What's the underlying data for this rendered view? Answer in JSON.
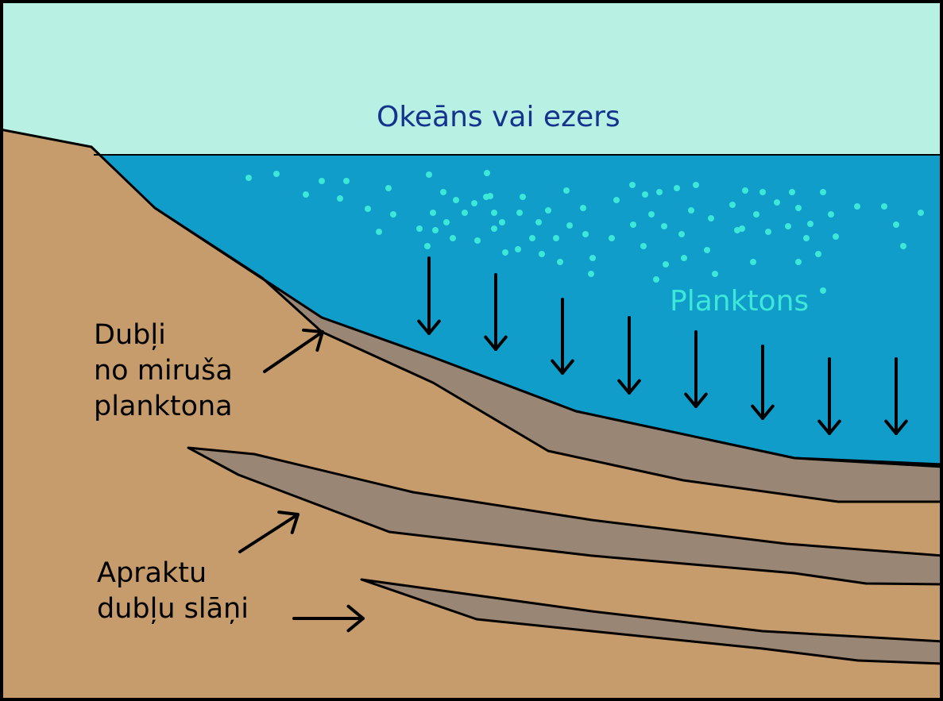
{
  "labels": {
    "sky": "Okeāns vai ezers",
    "plankton": "Planktons",
    "dead_plankton_mud": [
      "Dubļi",
      "no miruša",
      "planktona"
    ],
    "buried_mud_layers": [
      "Apraktu",
      "dubļu slāņi"
    ]
  },
  "colors": {
    "sky": "#b8f0e4",
    "water": "#109dca",
    "sediment": "#c69c6d",
    "mud_layer": "#998675",
    "plankton_dots": "#3ee8d8",
    "sky_label": "#13338c",
    "plankton_label": "#3ee8d8",
    "outline": "#000000",
    "text": "#000000"
  }
}
